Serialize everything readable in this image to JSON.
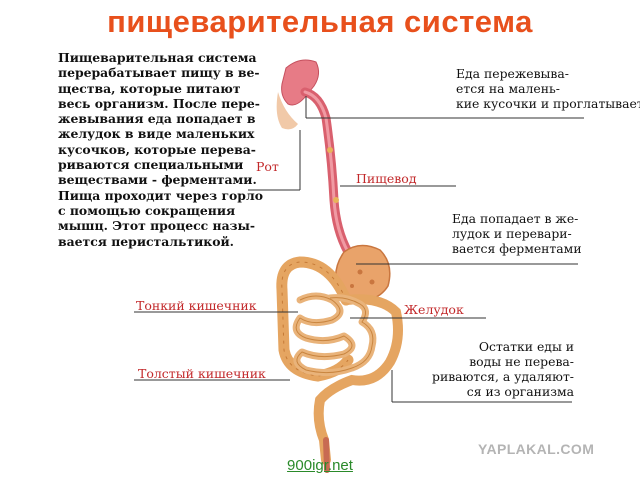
{
  "title": "пищеварительная система",
  "intro_text": "Пищеварительная система\nперерабатывает пищу в ве-\nщества, которые питают\nвесь организм. После пере-\nжевывания еда попадает в\nжелудок в виде маленьких\nкусочков, которые перева-\nриваются специальными\nвеществами - ферментами.\nПища проходит через горло\nс помощью сокращения\nмышц. Этот процесс назы-\nвается перистальтикой.",
  "notes": {
    "mouth": "Еда пережевыва-\nется на малень-\nкие кусочки и проглатывается",
    "stomach": "Еда попадает в же-\nлудок и перевари-\nвается ферментами",
    "intestine": "Остатки еды и\nводы не перева-\nриваются, а удаляют-\nся из организма"
  },
  "organs": {
    "mouth": "Рот",
    "esophagus": "Пищевод",
    "stomach": "Желудок",
    "small_intestine": "Тонкий кишечник",
    "large_intestine": "Толстый кишечник"
  },
  "watermark": "YAPLAKAL.COM",
  "site_link": "900igr.net",
  "colors": {
    "title": "#e8501c",
    "organ_label": "#c2282a",
    "site_link": "#2a8a2a",
    "watermark": "#b4b4b4"
  }
}
